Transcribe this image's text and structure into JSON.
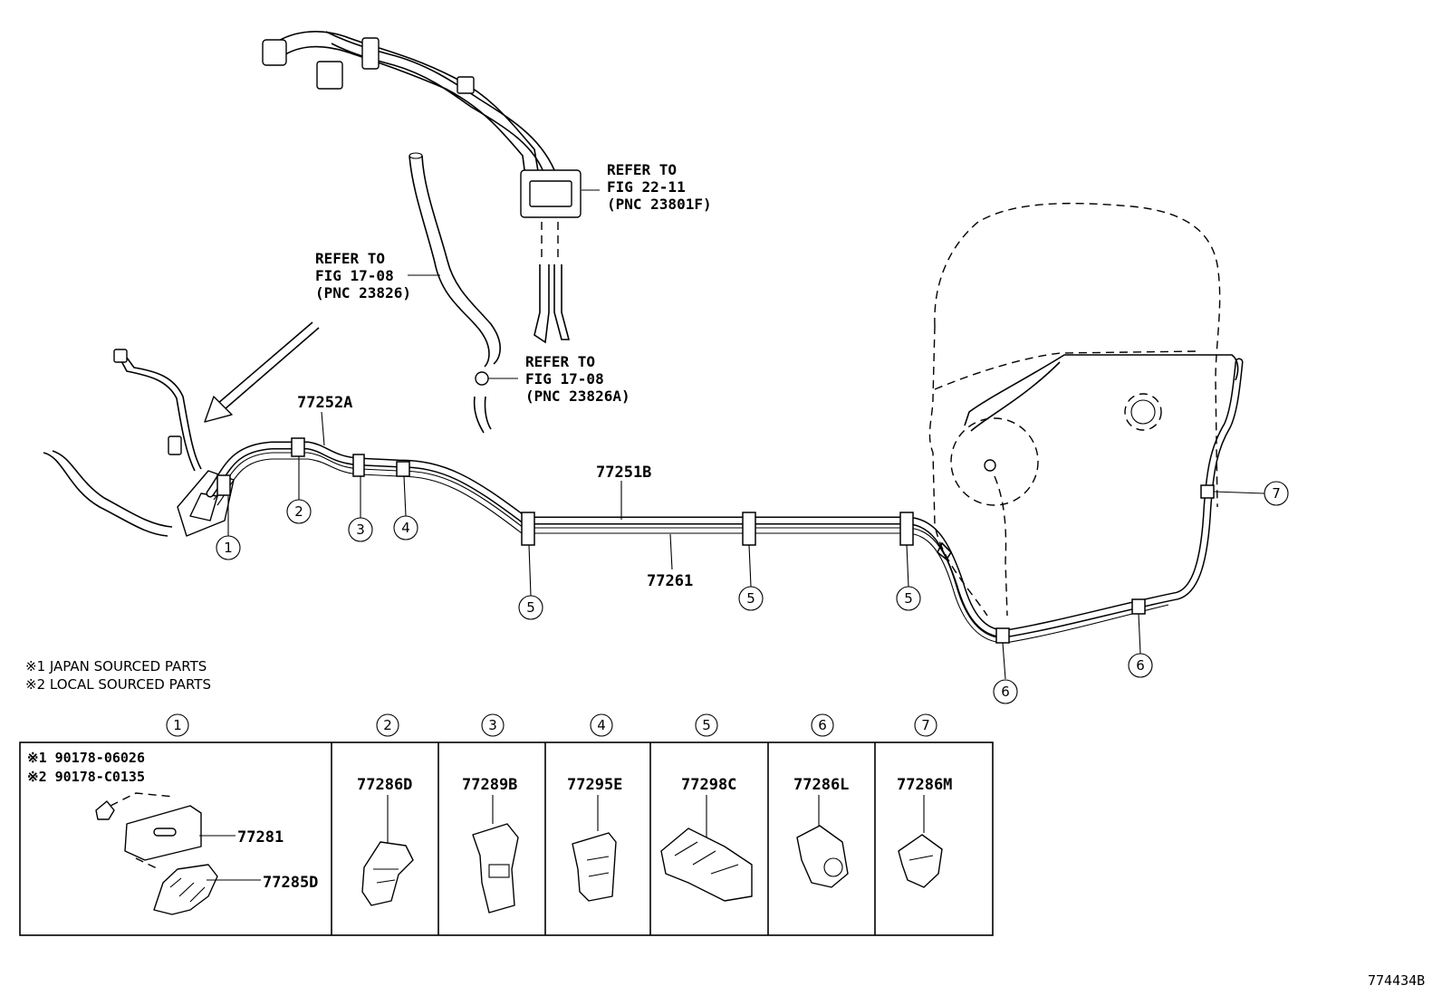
{
  "refs": {
    "fig22": [
      "REFER TO",
      "FIG 22-11",
      "(PNC 23801F)"
    ],
    "fig17a": [
      "REFER TO",
      "FIG 17-08",
      "(PNC 23826)"
    ],
    "fig17b": [
      "REFER TO",
      "FIG 17-08",
      "(PNC 23826A)"
    ]
  },
  "labels": {
    "p77252A": "77252A",
    "p77251B": "77251B",
    "p77261": "77261"
  },
  "callouts": {
    "c1": "1",
    "c2": "2",
    "c3": "3",
    "c4": "4",
    "c5": "5",
    "c6": "6",
    "c7": "7"
  },
  "notes": {
    "n1": "※1  JAPAN SOURCED PARTS",
    "n2": "※2  LOCAL SOURCED PARTS"
  },
  "table": {
    "headers": [
      "1",
      "2",
      "3",
      "4",
      "5",
      "6",
      "7"
    ],
    "cell1": {
      "japan": "※1 90178-06026",
      "local": "※2 90178-C0135",
      "p1": "77281",
      "p2": "77285D"
    },
    "parts": [
      "77286D",
      "77289B",
      "77295E",
      "77298C",
      "77286L",
      "77286M"
    ]
  },
  "illustration_id": "774434B"
}
